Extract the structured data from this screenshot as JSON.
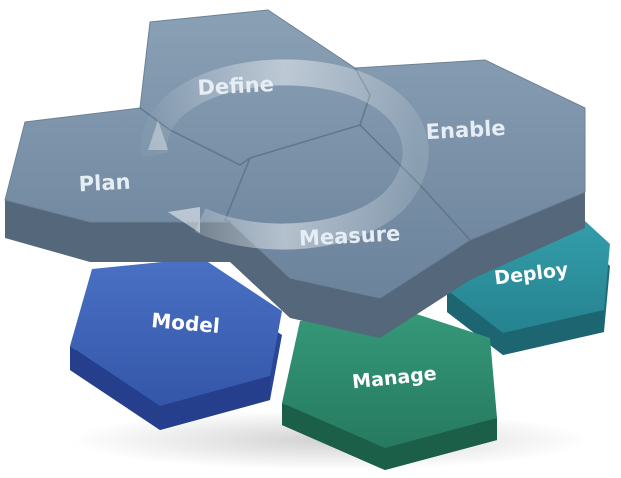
{
  "diagram": {
    "cycle_labels": {
      "define": "Define",
      "enable": "Enable",
      "plan": "Plan",
      "measure": "Measure"
    },
    "outer_labels": {
      "model": "Model",
      "deploy": "Deploy",
      "manage": "Manage"
    },
    "colors": {
      "cycle_top": "#7890a7",
      "cycle_side": "#55687b",
      "model_top": "#3f63b6",
      "model_side": "#284597",
      "deploy_top": "#2e93a1",
      "deploy_side": "#1f6c79",
      "manage_top": "#2f8a6e",
      "manage_side": "#1f6a52"
    }
  }
}
